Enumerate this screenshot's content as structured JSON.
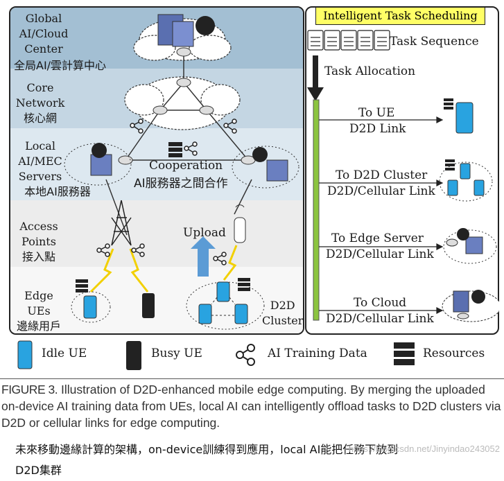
{
  "left_panel": {
    "layers": {
      "global": {
        "line1": "Global",
        "line2": "AI/Cloud",
        "line3": "Center",
        "zh": "全局AI/雲計算中心"
      },
      "core": {
        "line1": "Core",
        "line2": "Network",
        "zh": "核心網"
      },
      "local": {
        "line1": "Local",
        "line2": "AI/MEC",
        "line3": "Servers",
        "zh": "本地AI服務器"
      },
      "access": {
        "line1": "Access",
        "line2": "Points",
        "zh": "接入點"
      },
      "edge": {
        "line1": "Edge",
        "line2": "UEs",
        "zh": "邊緣用戶"
      }
    },
    "cooperation": {
      "en": "Cooperation",
      "zh": "AI服務器之間合作"
    },
    "upload": "Upload",
    "d2d_cluster": {
      "line1": "D2D",
      "line2": "Cluster"
    }
  },
  "right_panel": {
    "title": "Intelligent Task Scheduling",
    "task_sequence": "Task Sequence",
    "task_allocation": "Task Allocation",
    "targets": [
      {
        "title": "To UE",
        "link": "D2D Link"
      },
      {
        "title": "To D2D Cluster",
        "link": "D2D/Cellular Link"
      },
      {
        "title": "To Edge Server",
        "link": "D2D/Cellular Link"
      },
      {
        "title": "To Cloud",
        "link": "D2D/Cellular Link"
      }
    ]
  },
  "legend": {
    "idle_ue": "Idle UE",
    "busy_ue": "Busy UE",
    "ai_training_data": "AI Training Data",
    "resources": "Resources"
  },
  "caption": {
    "label": "FIGURE 3.",
    "text": "Illustration of D2D-enhanced mobile edge computing. By merging the uploaded on-device AI training data from UEs, local AI can intelligently offload tasks to D2D clusters via D2D or cellular links for edge computing.",
    "zh_line1": "未來移動邊緣計算的架構，on-device訓練得到應用，local AI能把任務下放到",
    "zh_line2": "D2D集群"
  },
  "watermark": "https://blog.csdn.net/Jinyindao243052",
  "colors": {
    "band_global": "#a3bfd3",
    "band_core": "#c4d6e3",
    "band_local": "#dde8f0",
    "band_access": "#ececec",
    "band_edge": "#f7f7f7",
    "title_bg": "#ffff66",
    "phone_idle": "#29a3e0",
    "bar_green": "#8cc43f",
    "upload_arrow": "#5b9bd5",
    "lightning": "#f2d000"
  }
}
